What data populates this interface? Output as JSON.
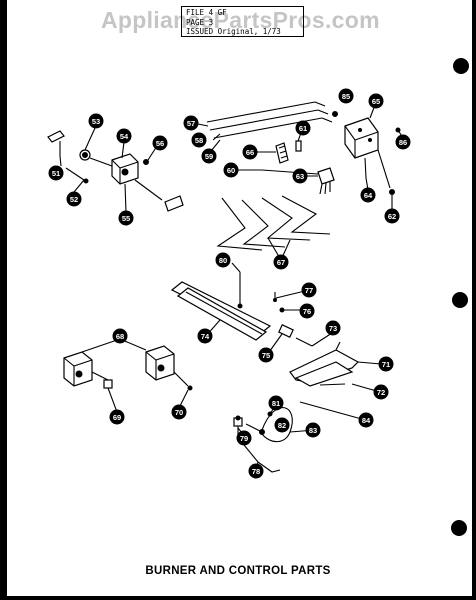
{
  "watermark": "AppliancePartsPros.com",
  "file_box": {
    "line1": "FILE   4 GF",
    "line2": "PAGE   3",
    "line3": "ISSUED Original, 1/73"
  },
  "caption": "BURNER AND CONTROL PARTS",
  "callouts": {
    "c51": "51",
    "c52": "52",
    "c53": "53",
    "c54": "54",
    "c55": "55",
    "c56": "56",
    "c57": "57",
    "c58": "58",
    "c59": "59",
    "c60": "60",
    "c61": "61",
    "c62": "62",
    "c63": "63",
    "c64": "64",
    "c65": "65",
    "c66": "66",
    "c67": "67",
    "c68": "68",
    "c69": "69",
    "c70": "70",
    "c71": "71",
    "c72": "72",
    "c73": "73",
    "c74": "74",
    "c75": "75",
    "c76": "76",
    "c77": "77",
    "c78": "78",
    "c79": "79",
    "c80": "80",
    "c81": "81",
    "c82": "82",
    "c83": "83",
    "c84": "84",
    "c85": "85",
    "c86": "86"
  }
}
